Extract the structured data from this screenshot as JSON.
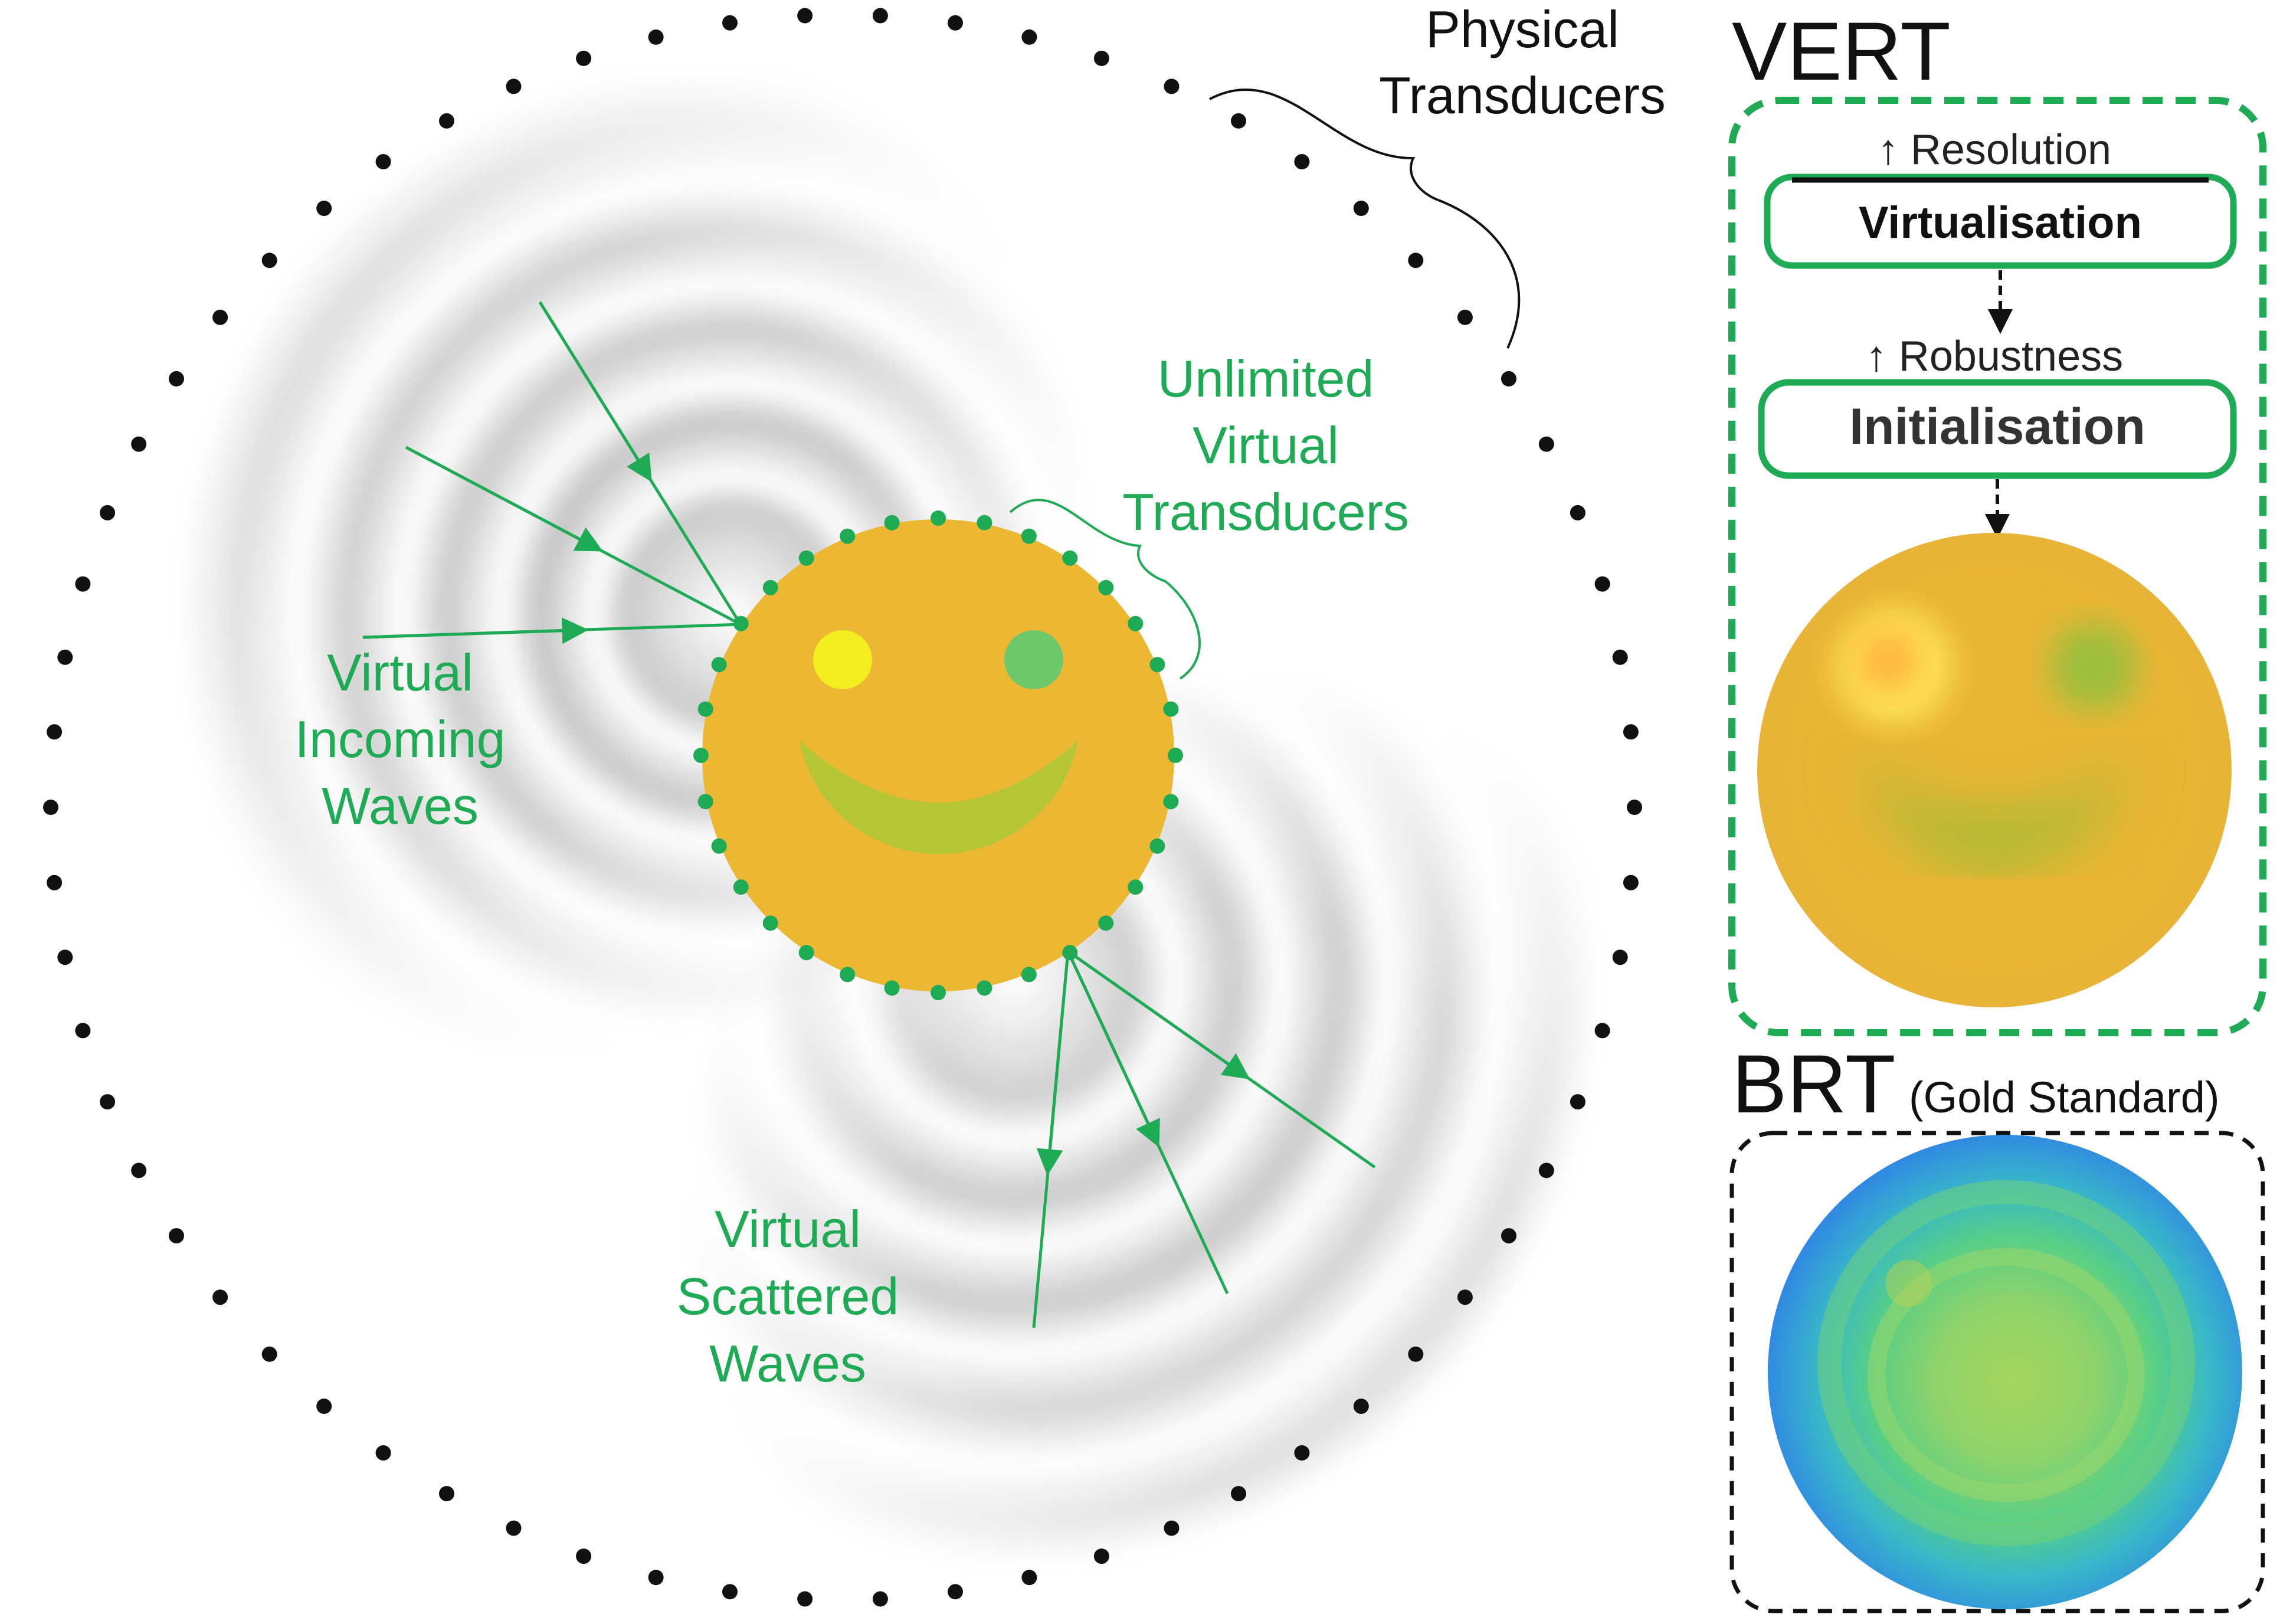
{
  "labels": {
    "physical_transducers": [
      "Physical",
      "Transducers"
    ],
    "unlimited_virtual_transducers": [
      "Unlimited",
      "Virtual",
      "Transducers"
    ],
    "virtual_incoming_waves": [
      "Virtual",
      "Incoming",
      "Waves"
    ],
    "virtual_scattered_waves": [
      "Virtual",
      "Scattered",
      "Waves"
    ]
  },
  "vert_panel": {
    "title": "VERT",
    "resolution_note": "↑ Resolution",
    "virtualisation_label": "Virtualisation",
    "robustness_note": "↑ Robustness",
    "initialisation_label": "Initialisation"
  },
  "brt_panel": {
    "title": "BRT",
    "subtitle": "(Gold Standard)"
  },
  "colors": {
    "green": "#1faa55",
    "dark_green": "#12a04e",
    "physical_dot": "#111111",
    "smiley_face": "#ecb733",
    "smiley_left_eye": "#f3ee1f",
    "smiley_right_eye": "#6cc86b",
    "smiley_mouth": "#b4c536",
    "brt_blue": "#2f7fe8",
    "brt_green": "#8fd36a"
  }
}
